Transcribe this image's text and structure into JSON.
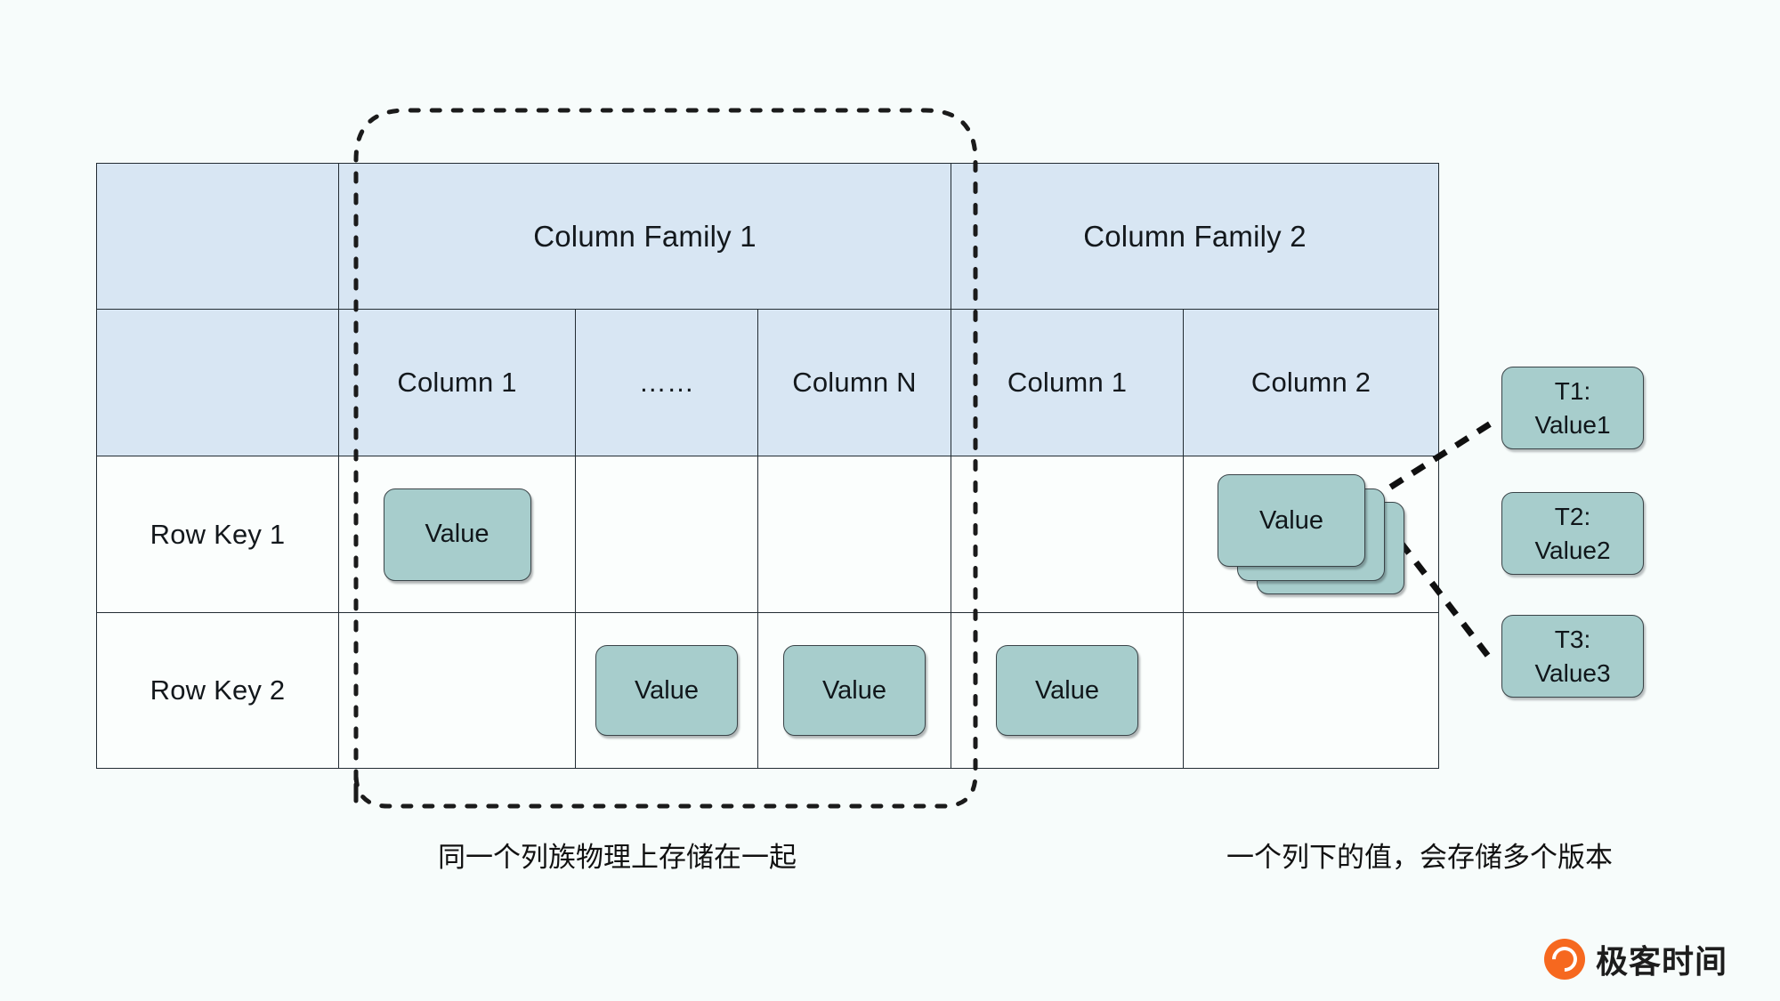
{
  "diagram": {
    "title": "HBase table logical structure",
    "colors": {
      "background": "#f7fcfb",
      "header_fill": "#d8e6f3",
      "cell_fill": "#fbfefd",
      "value_fill": "#a7cdcc",
      "stroke": "#222c33",
      "logo_accent": "#f6681f"
    }
  },
  "table": {
    "corner_label": "",
    "column_families": [
      {
        "label": "Column Family 1",
        "span": 3
      },
      {
        "label": "Column Family 2",
        "span": 2
      }
    ],
    "columns": [
      {
        "label": "Column 1",
        "family": 1
      },
      {
        "label": "……",
        "family": 1
      },
      {
        "label": "Column N",
        "family": 1
      },
      {
        "label": "Column 1",
        "family": 2
      },
      {
        "label": "Column 2",
        "family": 2
      }
    ],
    "rows": [
      {
        "row_key": "Row Key 1",
        "cells": [
          {
            "value": "Value",
            "stacked": 1
          },
          {
            "value": "",
            "stacked": 0
          },
          {
            "value": "",
            "stacked": 0
          },
          {
            "value": "",
            "stacked": 0
          },
          {
            "value": "Value",
            "stacked": 3
          }
        ]
      },
      {
        "row_key": "Row Key 2",
        "cells": [
          {
            "value": "",
            "stacked": 0
          },
          {
            "value": "Value",
            "stacked": 1
          },
          {
            "value": "Value",
            "stacked": 1
          },
          {
            "value": "Value",
            "stacked": 1
          },
          {
            "value": "",
            "stacked": 0
          }
        ]
      }
    ]
  },
  "versions": [
    {
      "time": "T1:",
      "value": "Value1"
    },
    {
      "time": "T2:",
      "value": "Value2"
    },
    {
      "time": "T3:",
      "value": "Value3"
    }
  ],
  "captions": {
    "left": "同一个列族物理上存储在一起",
    "right": "一个列下的值，会存储多个版本"
  },
  "logo": {
    "text": "极客时间",
    "icon": "geek-time-logo-icon"
  }
}
